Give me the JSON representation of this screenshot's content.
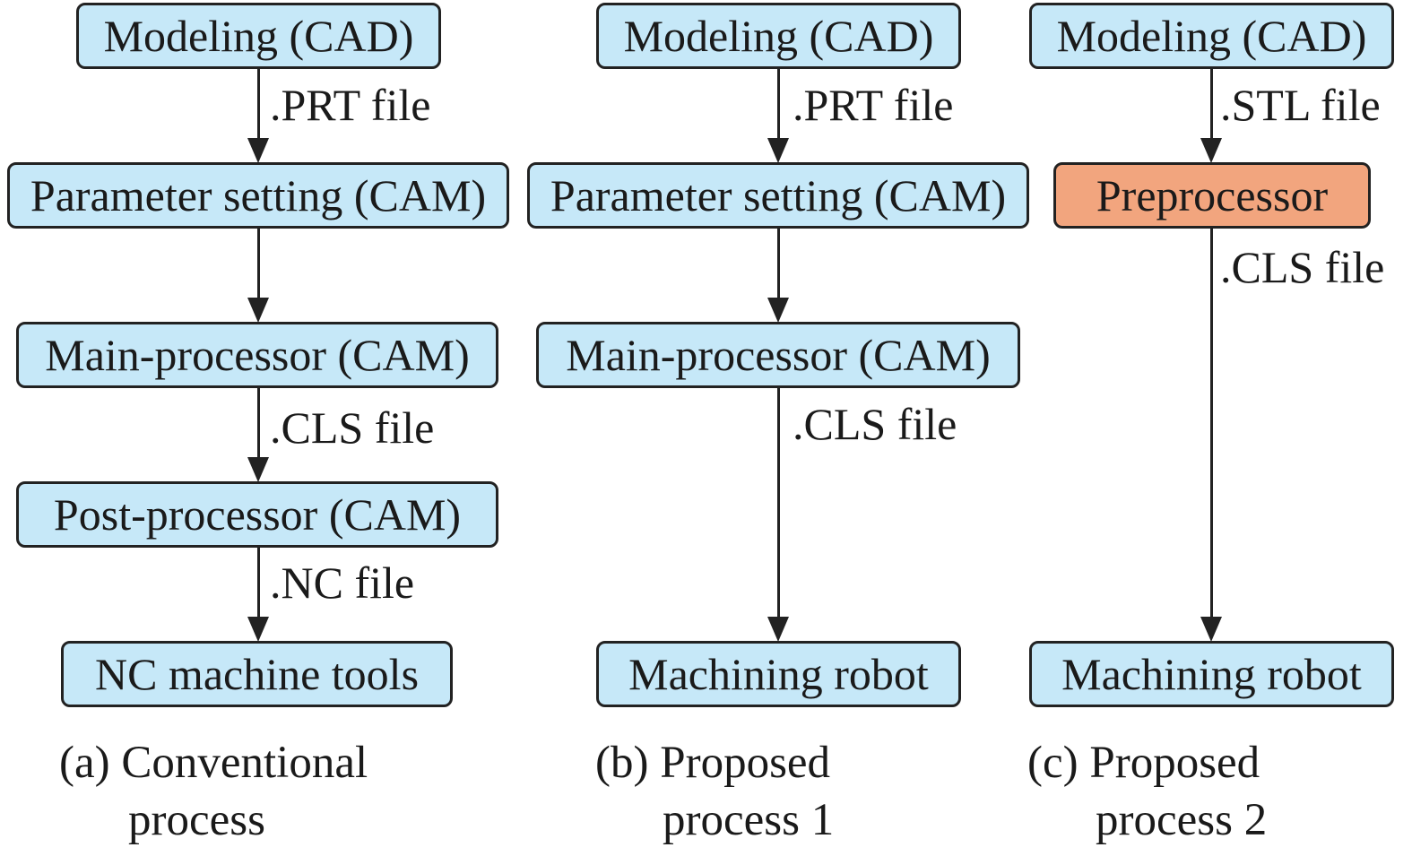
{
  "columns": [
    {
      "boxes": [
        "Modeling (CAD)",
        "Parameter setting (CAM)",
        "Main-processor (CAM)",
        "Post-processor (CAM)",
        "NC machine tools"
      ],
      "file_labels": [
        ".PRT file",
        ".CLS file",
        ".NC file"
      ],
      "caption": {
        "line1": "(a) Conventional",
        "line2": "process"
      }
    },
    {
      "boxes": [
        "Modeling (CAD)",
        "Parameter setting (CAM)",
        "Main-processor (CAM)",
        "Machining robot"
      ],
      "file_labels": [
        ".PRT file",
        ".CLS file"
      ],
      "caption": {
        "line1": "(b) Proposed",
        "line2": "process 1"
      }
    },
    {
      "boxes": [
        "Modeling (CAD)",
        "Preprocessor",
        "Machining robot"
      ],
      "file_labels": [
        ".STL file",
        ".CLS file"
      ],
      "caption": {
        "line1": "(c) Proposed",
        "line2": "process 2"
      }
    }
  ],
  "colors": {
    "box_fill": "#c6e8f8",
    "preprocessor_fill": "#f2a57e",
    "stroke": "#222222"
  }
}
